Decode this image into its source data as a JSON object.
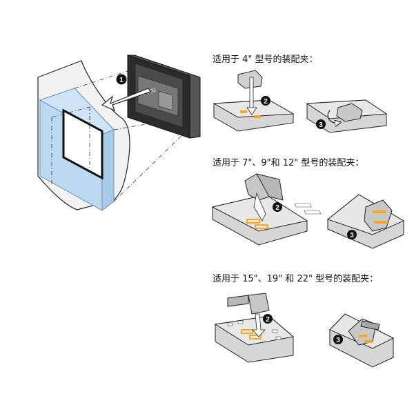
{
  "panel": {
    "label": "HP700"
  },
  "sections": [
    {
      "title": "适用于 4\" 型号的装配夹："
    },
    {
      "title": "适用于 7\"、9\"和 12\" 型号的装配夹："
    },
    {
      "title": "适用于 15\"、19\" 和 22\" 型号的装配夹："
    }
  ],
  "steps": {
    "step1": "1",
    "step2": "2",
    "step3": "3"
  },
  "colors": {
    "highlight_blue": "#bcd9f1",
    "highlight_orange": "#f5a623",
    "line": "#222222",
    "gray_body": "#d6d6d6",
    "dark_body": "#3a3a3a"
  }
}
